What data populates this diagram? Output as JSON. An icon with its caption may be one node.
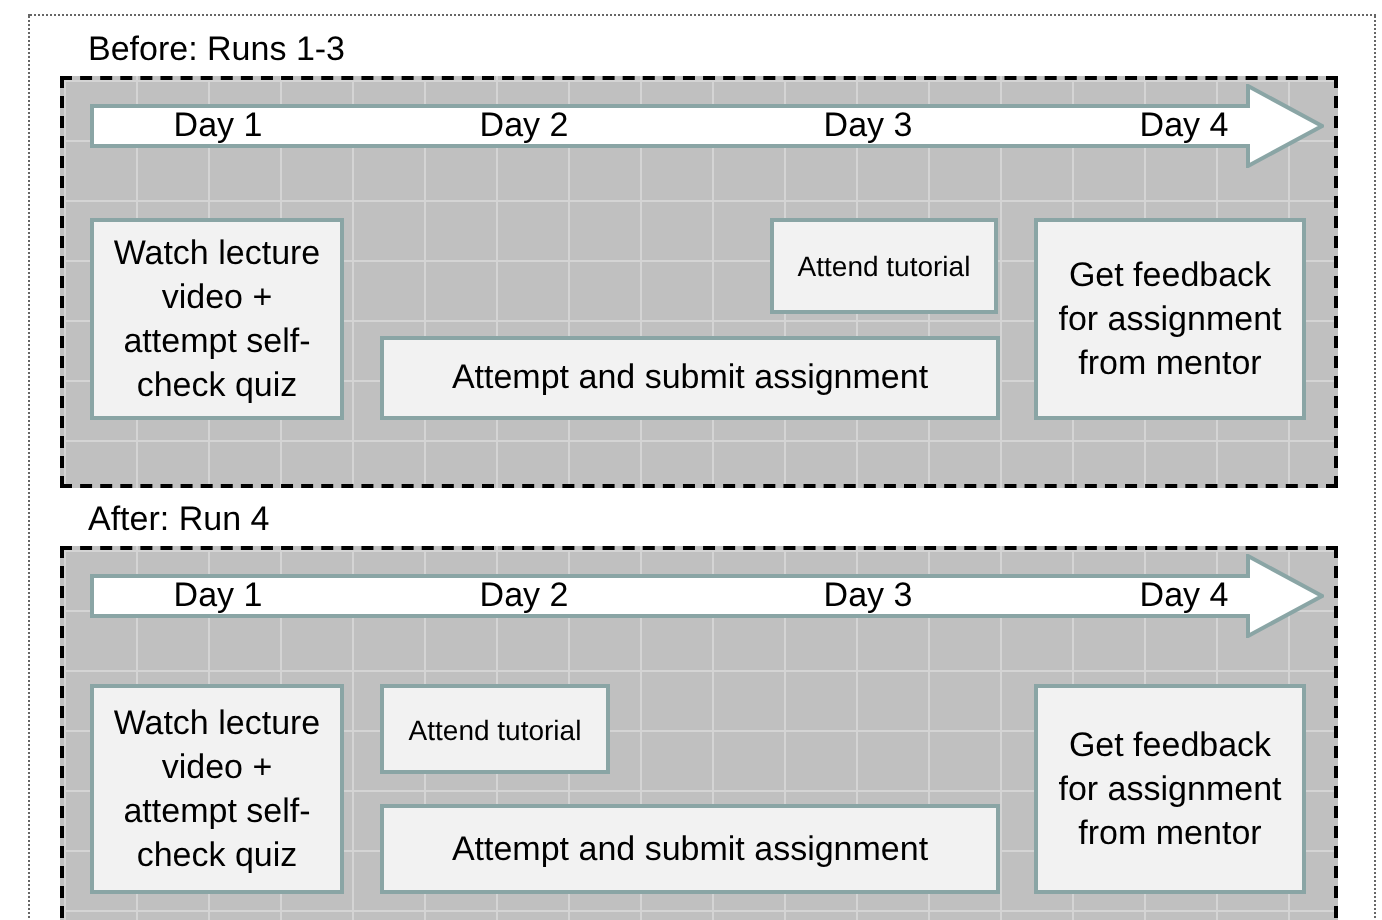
{
  "diagram": {
    "nodes": [
      {
        "text": [
          "Before: Runs 1-3"
        ]
      },
      {
        "text": [
          "Day 1",
          "Day 2",
          "Day 3",
          "Day 4"
        ],
        "in": 0
      },
      {
        "text": [
          "Watch lecture video + attempt self-check quiz"
        ],
        "in": 0
      },
      {
        "text": [
          "Attend tutorial"
        ],
        "in": 0
      },
      {
        "text": [
          "Get feedback for assignment from mentor"
        ],
        "in": 0
      },
      {
        "text": [
          "Attempt and submit assignment"
        ],
        "in": 0
      },
      {
        "text": [
          "After: Run 4"
        ]
      },
      {
        "text": [
          "Day 1",
          "Day 2",
          "Day 3",
          "Day 4"
        ],
        "in": 6
      },
      {
        "text": [
          "Watch lecture video + attempt self-check quiz"
        ],
        "in": 6
      },
      {
        "text": [
          "Attend tutorial"
        ],
        "in": 6
      },
      {
        "text": [
          "Get feedback for assignment from mentor"
        ],
        "in": 6
      },
      {
        "text": [
          "Attempt and submit assignment"
        ],
        "in": 6
      }
    ]
  }
}
